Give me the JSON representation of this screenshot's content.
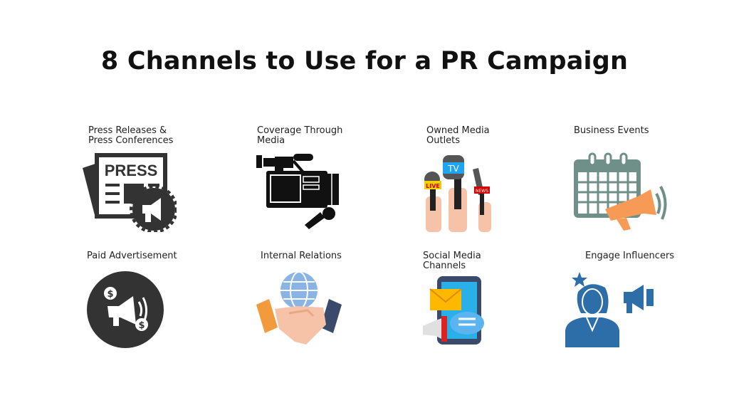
{
  "title": "8 Channels to Use for a PR Campaign",
  "channels": [
    {
      "label": "Press Releases &\nPress Conferences",
      "icon": "newspaper-megaphone-icon",
      "icon_text": "PRESS"
    },
    {
      "label": "Coverage Through\nMedia",
      "icon": "video-camera-microphone-icon"
    },
    {
      "label": "Owned Media\nOutlets",
      "icon": "microphones-icon",
      "icon_text": [
        "LIVE",
        "TV",
        "NEWS"
      ]
    },
    {
      "label": "Business Events",
      "icon": "calendar-megaphone-icon"
    },
    {
      "label": "Paid Advertisement",
      "icon": "megaphone-dollar-icon"
    },
    {
      "label": "Internal Relations",
      "icon": "handshake-globe-icon"
    },
    {
      "label": "Social Media\nChannels",
      "icon": "phone-messages-icon"
    },
    {
      "label": "Engage Influencers",
      "icon": "influencer-megaphone-icon"
    }
  ],
  "colors": {
    "dark": "#333333",
    "teal": "#6f9088",
    "orange": "#f79a55",
    "blue": "#2d6ea8",
    "skin": "#f6c3a8"
  }
}
